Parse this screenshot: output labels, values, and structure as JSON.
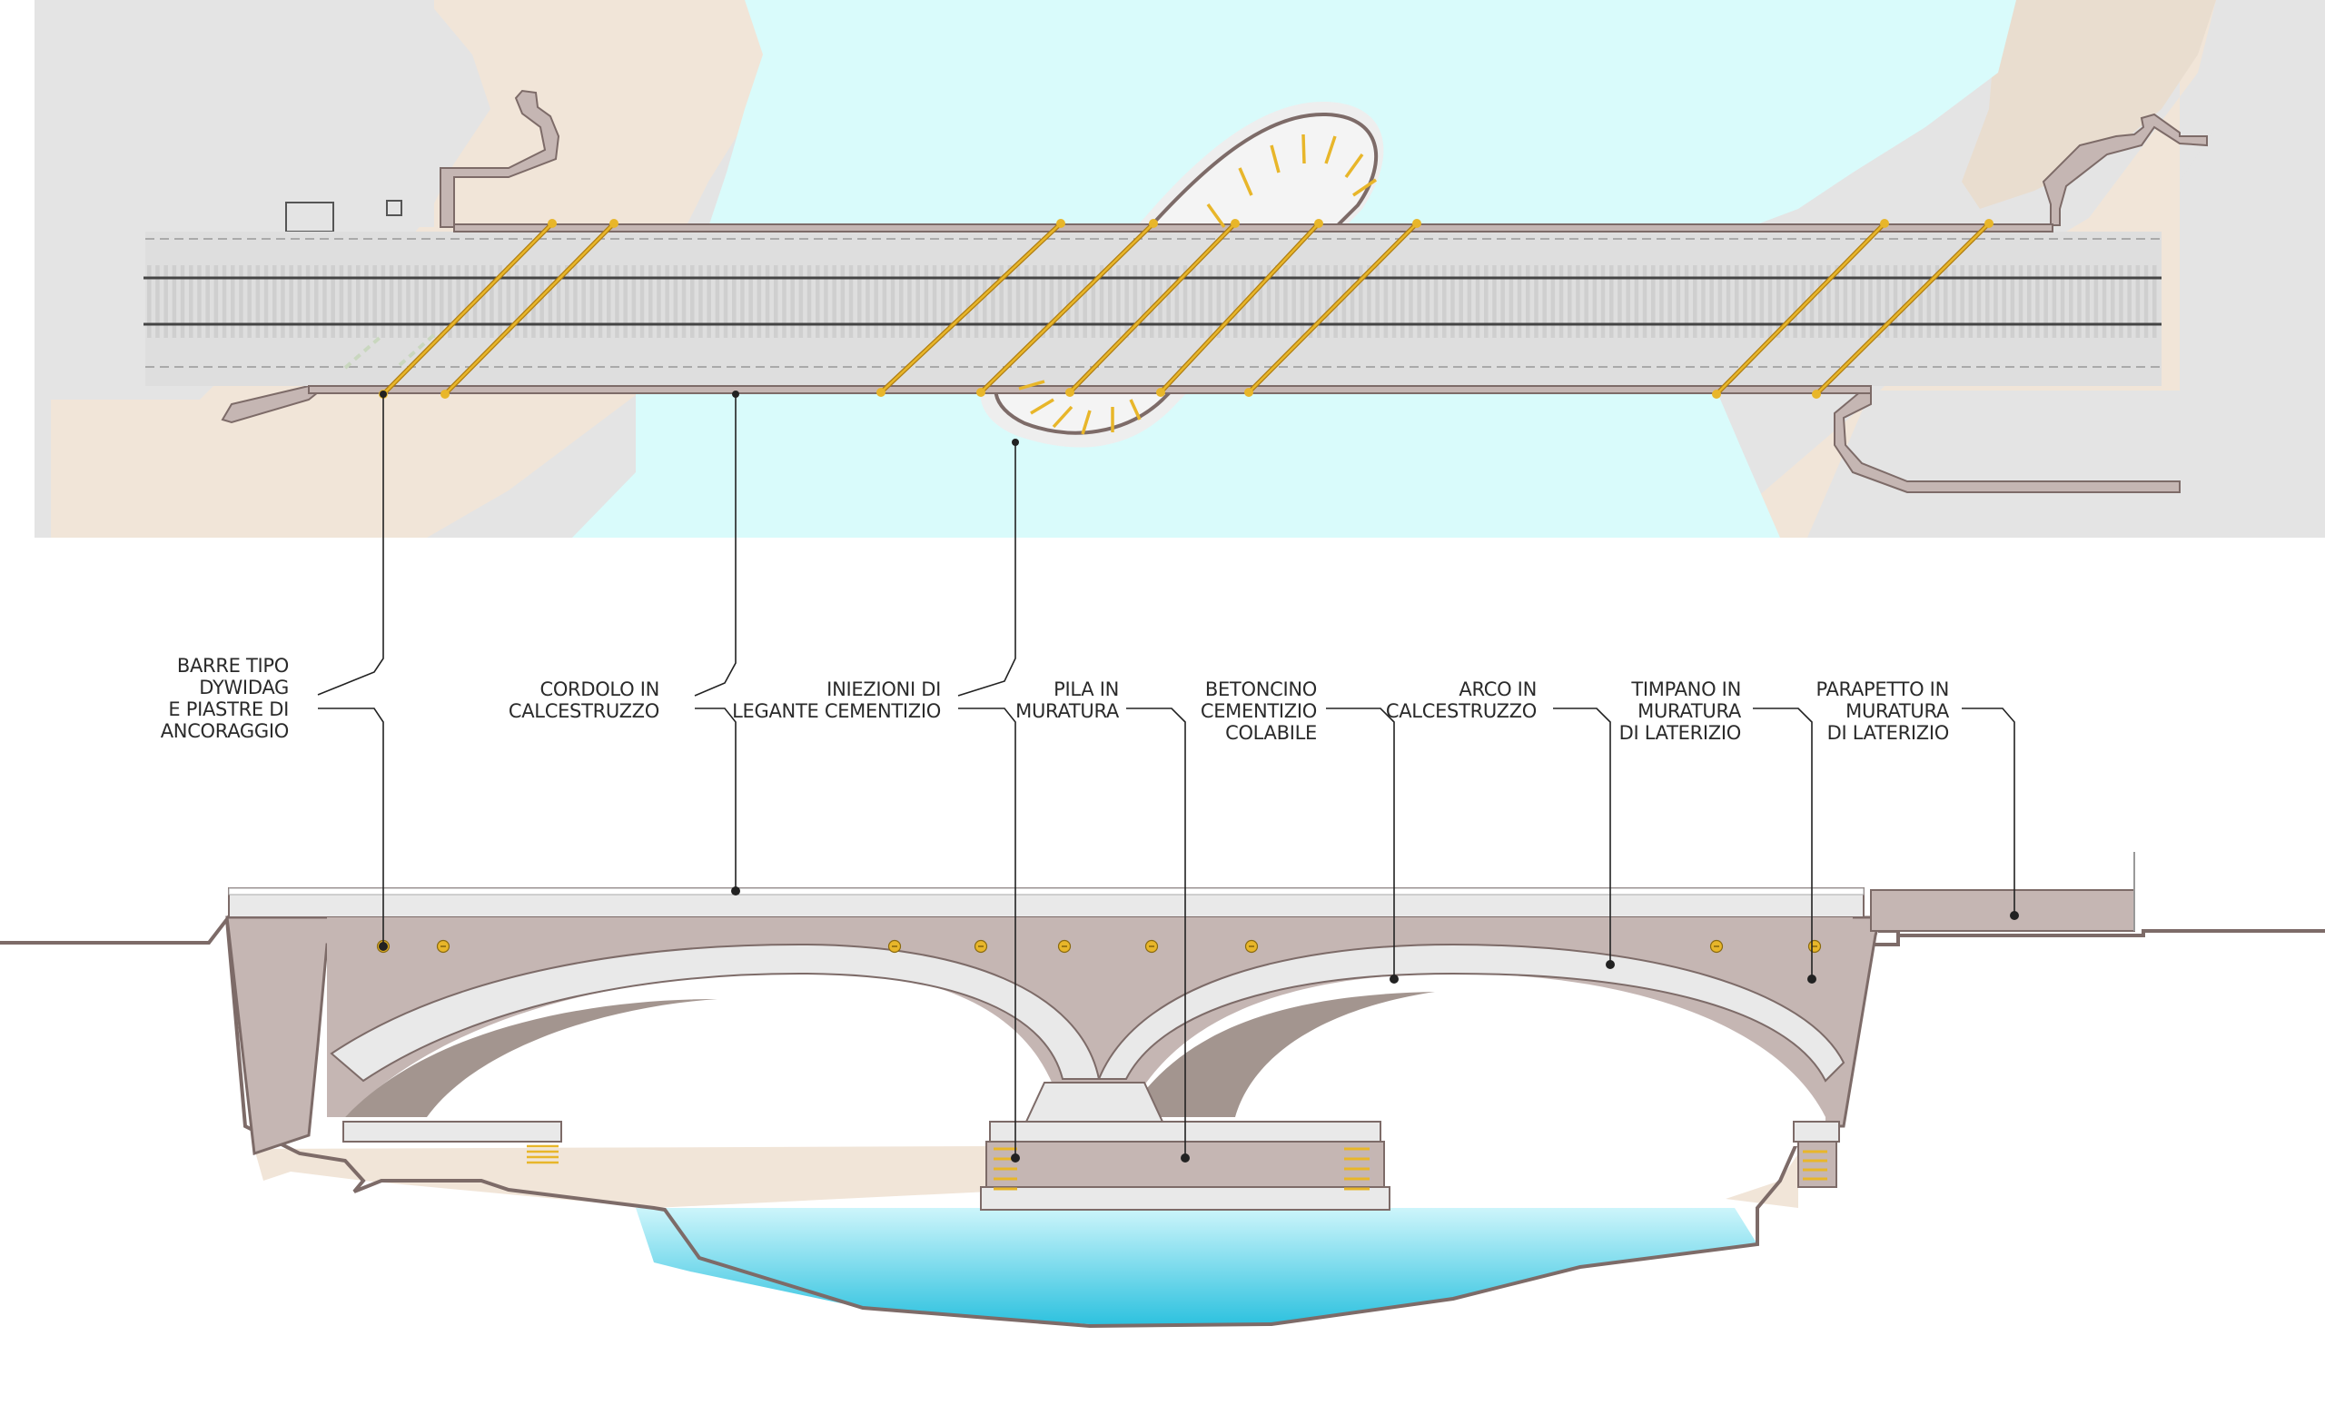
{
  "colors": {
    "land": "#f1e5d8",
    "land_dark": "#e7d8c6",
    "ground_gray": "#e4e4e4",
    "water_top": "#d9fbfb",
    "water_section_top": "#cdf5fb",
    "water_section_bottom": "#2ec2df",
    "masonry": "#c5b6b3",
    "masonry_dark": "#a3958f",
    "concrete": "#e9e9e9",
    "deck": "#dedede",
    "outline": "#7d6b68",
    "steel": "#e8b62a",
    "rail": "#444444",
    "leader": "#222222"
  },
  "icons": {
    "anchor": "anchor-bolt-icon",
    "callout_dot": "leader-dot-icon"
  },
  "labels": [
    {
      "id": "barre",
      "lines": [
        "BARRE TIPO",
        "DYWIDAG",
        "E PIASTRE DI",
        "ANCORAGGIO"
      ]
    },
    {
      "id": "cordolo",
      "lines": [
        "CORDOLO IN",
        "CALCESTRUZZO"
      ]
    },
    {
      "id": "iniezioni",
      "lines": [
        "INIEZIONI DI",
        "LEGANTE CEMENTIZIO"
      ]
    },
    {
      "id": "pila",
      "lines": [
        "PILA IN",
        "MURATURA"
      ]
    },
    {
      "id": "betoncino",
      "lines": [
        "BETONCINO",
        "CEMENTIZIO",
        "COLABILE"
      ]
    },
    {
      "id": "arco",
      "lines": [
        "ARCO IN",
        "CALCESTRUZZO"
      ]
    },
    {
      "id": "timpano",
      "lines": [
        "TIMPANO IN",
        "MURATURA",
        "DI LATERIZIO"
      ]
    },
    {
      "id": "parapetto",
      "lines": [
        "PARAPETTO IN",
        "MURATURA",
        "DI LATERIZIO"
      ]
    }
  ]
}
